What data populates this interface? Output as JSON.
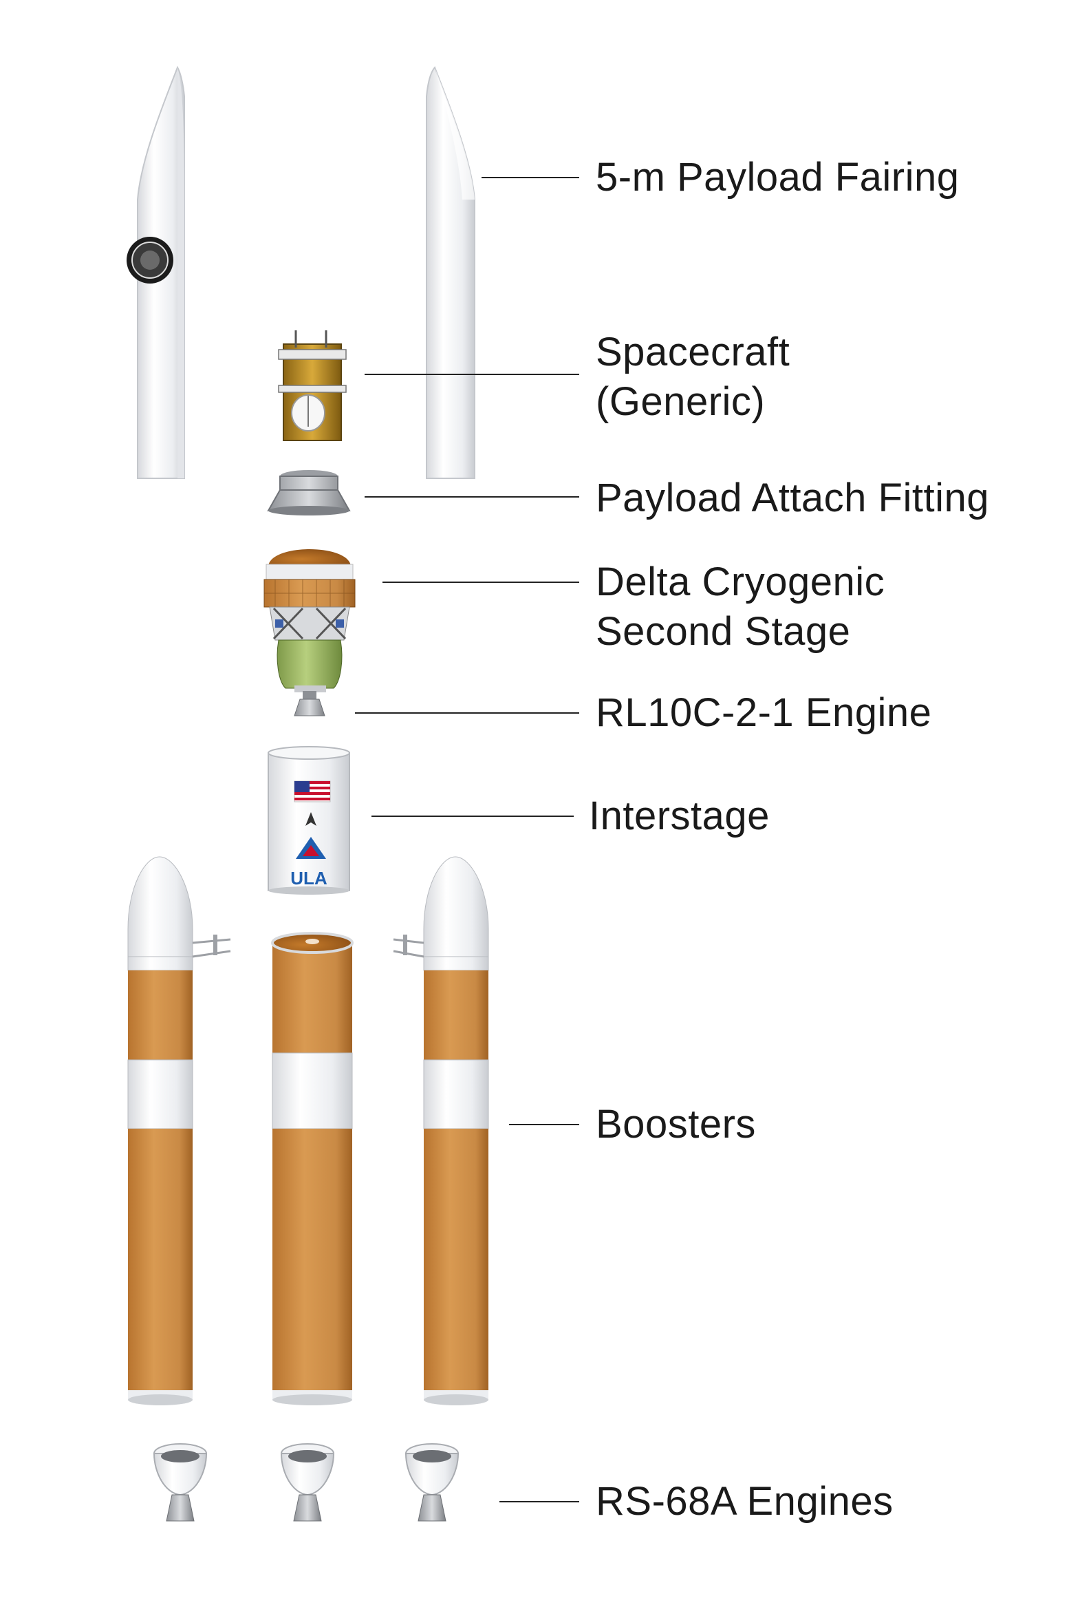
{
  "diagram": {
    "labels": {
      "fairing": "5-m Payload Fairing",
      "spacecraft_line1": "Spacecraft",
      "spacecraft_line2": "(Generic)",
      "paf": "Payload Attach Fitting",
      "dcss_line1": "Delta Cryogenic",
      "dcss_line2": "Second Stage",
      "rl10": "RL10C-2-1 Engine",
      "interstage": "Interstage",
      "boosters": "Boosters",
      "rs68": "RS-68A Engines"
    },
    "interstage_logo": "ULA",
    "colors": {
      "white_body": "#f2f3f5",
      "orange_foam": "#c98a45",
      "orange_dark": "#a8682c",
      "leader_line": "#222222",
      "ula_blue": "#1f5fb0"
    }
  }
}
